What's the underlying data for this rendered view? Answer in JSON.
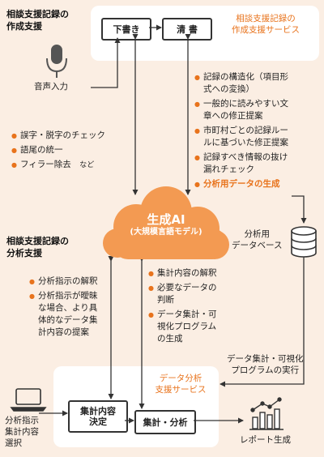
{
  "section_top_title": "相談支援記録の\n作成支援",
  "section_mid_title": "相談支援記録の\n分析支援",
  "top_panel": {
    "draft": "下書き",
    "clean": "清 書",
    "service_label": "相談支援記録の\n作成支援サービス"
  },
  "voice_input": "音声入力",
  "left_list": [
    "誤字・脱字のチェック",
    "語尾の統一",
    "フィラー除去"
  ],
  "left_list_suffix": "など",
  "right_list": [
    {
      "text": "記録の構造化（項目形\n式への変換）",
      "highlight": false
    },
    {
      "text": "一般的に読みやすい文\n章への修正提案",
      "highlight": false
    },
    {
      "text": "市町村ごとの記録ルー\nルに基づいた修正提案",
      "highlight": false
    },
    {
      "text": "記録すべき情報の抜け\n漏れチェック",
      "highlight": false
    },
    {
      "text": "分析用データの生成",
      "highlight": true
    }
  ],
  "ai_cloud": {
    "title": "生成AI",
    "subtitle": "(大規模言語モデル)"
  },
  "database_label": "分析用\nデータベース",
  "left_analysis_list": [
    "分析指示の解釈",
    "分析指示が曖昧\nな場合、より具\n体的なデータ集\n計内容の提案"
  ],
  "center_analysis_list": [
    "集計内容の解釈",
    "必要なデータの\n判断",
    "データ集計・可\n視化プログラム\nの生成"
  ],
  "execution_label": "データ集計・可視化\nプログラムの実行",
  "bottom_panel": {
    "service_label": "データ分析\n支援サービス",
    "decide": "集計内容\n決定",
    "analyze": "集計・分析"
  },
  "pc_label": "分析指示\n集計内容\n選択",
  "report_label": "レポート生成",
  "colors": {
    "background": "#fbeee3",
    "accent": "#e8731c",
    "cloud": "#f39a52"
  }
}
